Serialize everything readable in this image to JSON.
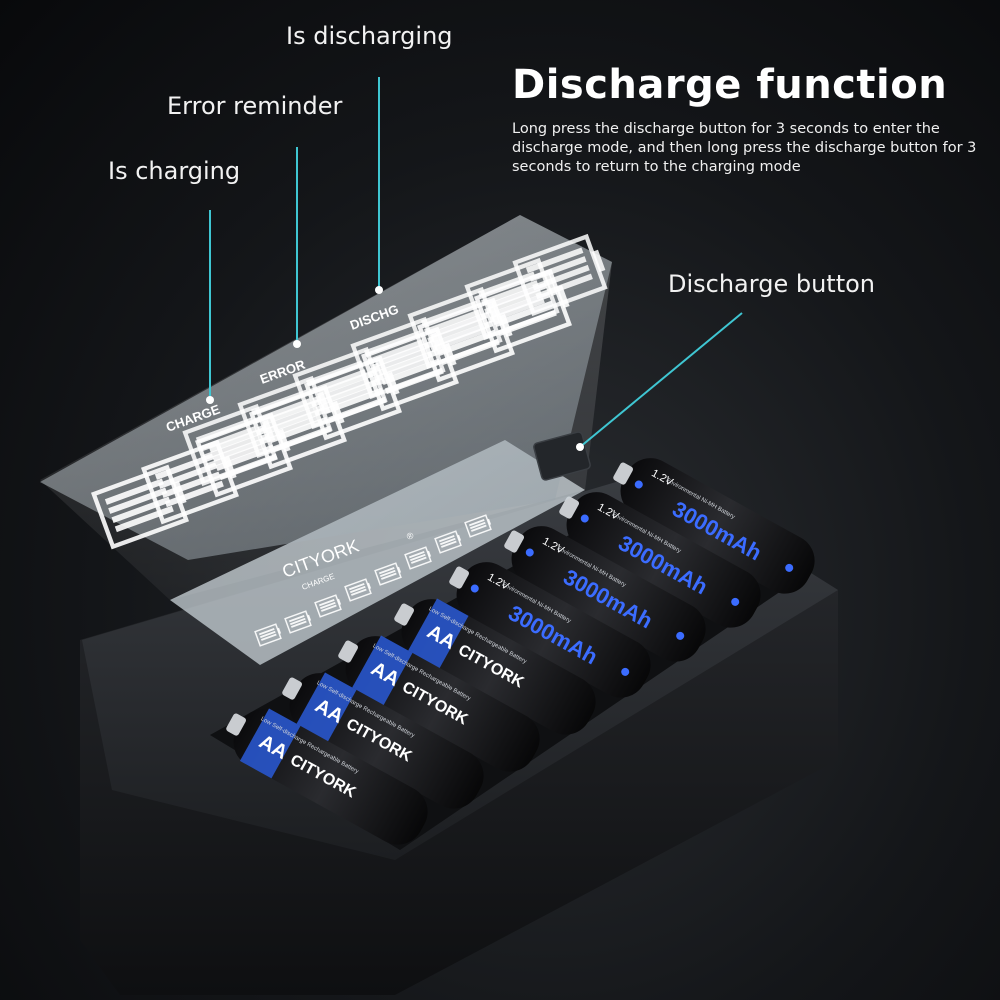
{
  "callouts": {
    "is_discharging": "Is discharging",
    "error_reminder": "Error reminder",
    "is_charging": "Is charging",
    "discharge_button": "Discharge button"
  },
  "headline": {
    "title": "Discharge function",
    "description": "Long press the discharge button for 3 seconds to enter the discharge mode, and then long press the discharge button for 3 seconds to return to the charging mode"
  },
  "lcd": {
    "charge_label": "CHARGE",
    "error_label": "ERROR",
    "dischg_label": "DISCHG",
    "small_charge_label": "CHARGE"
  },
  "device": {
    "brand": "CITYORK",
    "registered_mark": "®"
  },
  "battery": {
    "type_label": "AA",
    "brand": "CITYORK",
    "voltage": "1.2V",
    "capacity": "3000mAh",
    "env_text": "Environmental Ni-MH Battery",
    "low_self_text": "Low Self-discharge Rechargeable Battery"
  },
  "colors": {
    "callout_line": "#3fc6d2",
    "battery_blue": "#2a5bd7",
    "capacity_blue": "#3b6cff",
    "lcd_panel": "#b8c4cc"
  }
}
